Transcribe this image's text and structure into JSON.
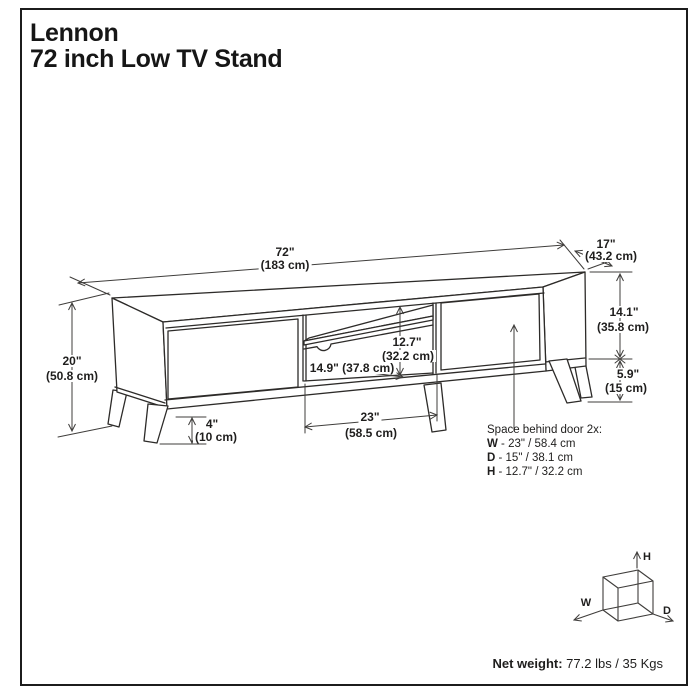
{
  "title": {
    "line1": "Lennon",
    "line2": "72 inch Low TV Stand"
  },
  "labels": {
    "width_in": "72\"",
    "width_cm": "(183 cm)",
    "depth_in": "17\"",
    "depth_cm": "(43.2 cm)",
    "height_in": "20\"",
    "height_cm": "(50.8 cm)",
    "cabinet_in": "14.1\"",
    "cabinet_cm": "(35.8 cm)",
    "clearance_in": "5.9\"",
    "clearance_cm": "(15 cm)",
    "shelf_h_in": "12.7\"",
    "shelf_h_cm": "(32.2 cm)",
    "shelf_w": "14.9\" (37.8 cm)",
    "leg_in": "4\"",
    "leg_cm": "(10 cm)",
    "opening_in": "23\"",
    "opening_cm": "(58.5 cm)"
  },
  "space_behind_door": {
    "heading": "Space behind door 2x:",
    "rows": [
      {
        "prefix": "W",
        "text": " - 23\" / 58.4 cm"
      },
      {
        "prefix": "D",
        "text": " - 15\" / 38.1 cm"
      },
      {
        "prefix": "H",
        "text": " - 12.7\" / 32.2 cm"
      }
    ]
  },
  "cube": {
    "h": "H",
    "w": "W",
    "d": "D"
  },
  "footer": {
    "label": "Net weight:",
    "value": " 77.2 lbs / 35 Kgs"
  },
  "colors": {
    "line": "#2d2b29",
    "dim_line": "#3f3d3b",
    "text": "#1f1e1d",
    "border": "#1c1c1c",
    "background": "#ffffff"
  }
}
